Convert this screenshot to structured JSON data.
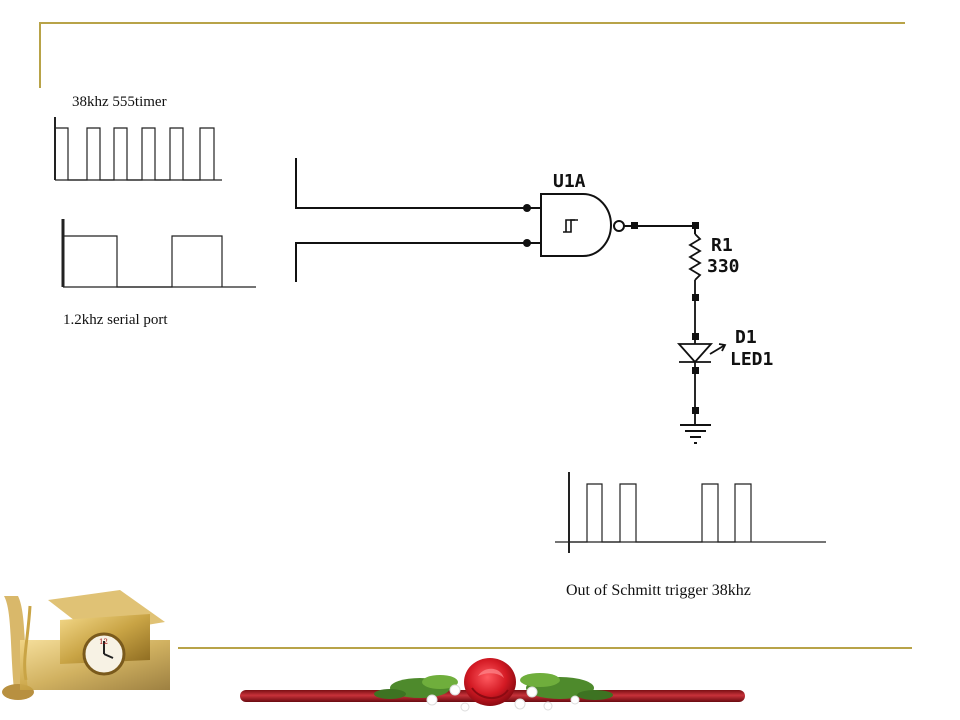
{
  "slide": {
    "accent_color": "#B8A348",
    "wave_top_label": "38khz 555timer",
    "wave_middle_label": "1.2khz  serial port",
    "wave_output_label": "Out of Schmitt trigger  38khz"
  },
  "schematic": {
    "gate_ref": "U1A",
    "resistor_ref": "R1",
    "resistor_value": "330",
    "led_ref": "D1",
    "led_value": "LED1"
  },
  "waveforms": {
    "timer_38khz": {
      "pulse_count": 6
    },
    "serial_1_2khz": {
      "pulse_count": 2
    },
    "schmitt_output": {
      "pulse_groups": 2,
      "pulses_per_group": 2
    }
  },
  "decorations": {
    "corner_image": "graduation-cap-clock-diploma-icon",
    "footer_image": "rose-flower-divider-icon"
  }
}
